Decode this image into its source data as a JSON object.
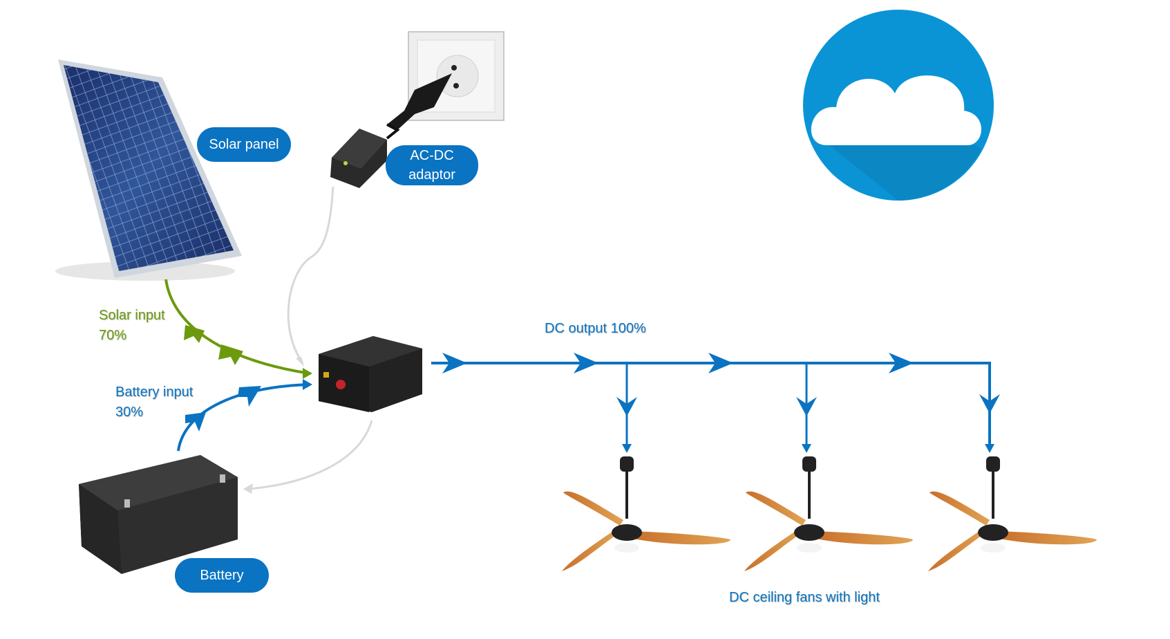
{
  "labels": {
    "solar_panel": "Solar panel",
    "ac_dc_line1": "AC-DC",
    "ac_dc_line2": "adaptor",
    "battery": "Battery",
    "solar_input_line1": "Solar input",
    "solar_input_line2": "70%",
    "battery_input_line1": "Battery input",
    "battery_input_line2": "30%",
    "dc_output": "DC output 100%",
    "fans": "DC ceiling fans with light"
  },
  "colors": {
    "blue": "#0a73c2",
    "green": "#6b9a0c",
    "gray_cable": "#d8d8d8",
    "cloud_circle": "#0a94d6"
  },
  "icons": [
    "solar-panel-icon",
    "wall-outlet-icon",
    "ac-dc-adaptor-icon",
    "cloud-icon",
    "controller-box-icon",
    "battery-icon",
    "ceiling-fan-icon"
  ]
}
